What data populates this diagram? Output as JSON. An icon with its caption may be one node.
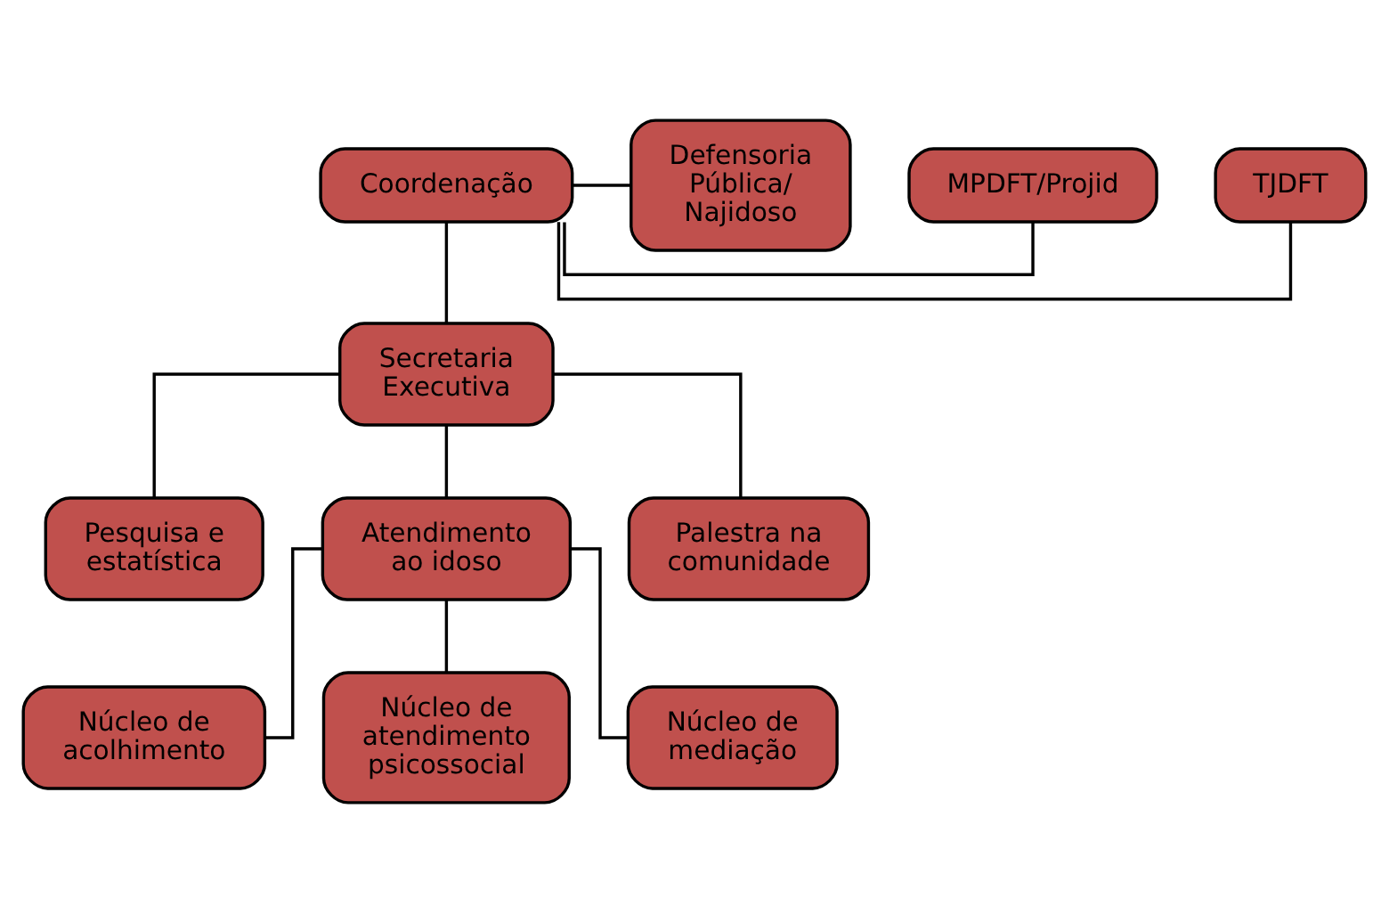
{
  "diagram": {
    "nodes": [
      {
        "text": [
          "Coordenação"
        ]
      },
      {
        "text": [
          "TJDFT"
        ]
      },
      {
        "text": [
          "MPDFT/Projid"
        ]
      },
      {
        "text": [
          "Defensoria Pública/ Najidoso"
        ]
      },
      {
        "text": [
          "Secretaria Executiva"
        ]
      },
      {
        "text": [
          "Pesquisa e estatística"
        ]
      },
      {
        "text": [
          "Atendimento ao idoso"
        ]
      },
      {
        "text": [
          "Palestra na comunidade"
        ]
      },
      {
        "text": [
          "Núcleo de acolhimento"
        ]
      },
      {
        "text": [
          "Núcleo de atendimento psicossocial"
        ]
      },
      {
        "text": [
          "Núcleo de mediação"
        ]
      }
    ],
    "edges": [
      {
        "from": 0,
        "to": 1,
        "arrow": "none"
      },
      {
        "from": 0,
        "to": 2,
        "arrow": "none"
      },
      {
        "from": 0,
        "to": 3,
        "arrow": "none"
      },
      {
        "from": 0,
        "to": 4,
        "arrow": "none"
      },
      {
        "from": 4,
        "to": 5,
        "arrow": "none"
      },
      {
        "from": 4,
        "to": 6,
        "arrow": "none"
      },
      {
        "from": 4,
        "to": 7,
        "arrow": "none"
      },
      {
        "from": 6,
        "to": 8,
        "arrow": "none"
      },
      {
        "from": 6,
        "to": 9,
        "arrow": "none"
      },
      {
        "from": 6,
        "to": 10,
        "arrow": "none"
      }
    ]
  }
}
